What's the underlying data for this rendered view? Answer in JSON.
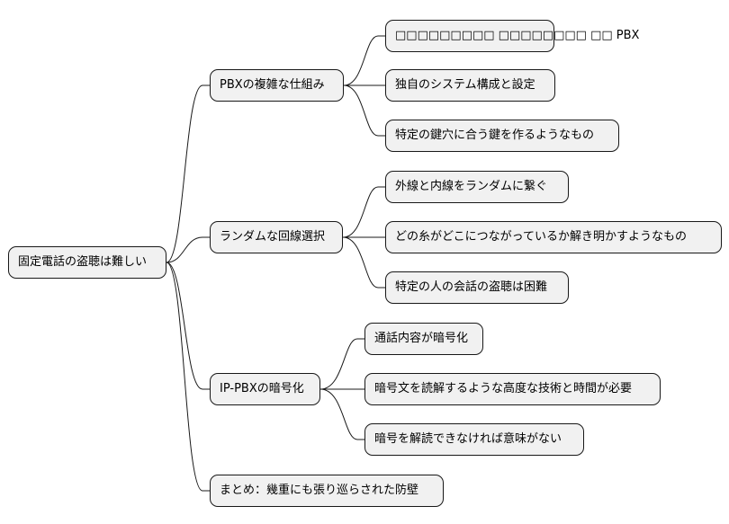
{
  "root": {
    "label": "固定電話の盗聴は難しい"
  },
  "branches": [
    {
      "label": "PBXの複雑な仕組み",
      "children": [
        {
          "label": "□□□□□□□□□ □□□□□□□□ □□ PBX"
        },
        {
          "label": "独自のシステム構成と設定"
        },
        {
          "label": "特定の鍵穴に合う鍵を作るようなもの"
        }
      ]
    },
    {
      "label": "ランダムな回線選択",
      "children": [
        {
          "label": "外線と内線をランダムに繋ぐ"
        },
        {
          "label": "どの糸がどこにつながっているか解き明かすようなもの"
        },
        {
          "label": "特定の人の会話の盗聴は困難"
        }
      ]
    },
    {
      "label": "IP-PBXの暗号化",
      "children": [
        {
          "label": "通話内容が暗号化"
        },
        {
          "label": "暗号文を読解するような高度な技術と時間が必要"
        },
        {
          "label": "暗号を解読できなければ意味がない"
        }
      ]
    },
    {
      "label": "まとめ：幾重にも張り巡らされた防壁",
      "children": []
    }
  ]
}
